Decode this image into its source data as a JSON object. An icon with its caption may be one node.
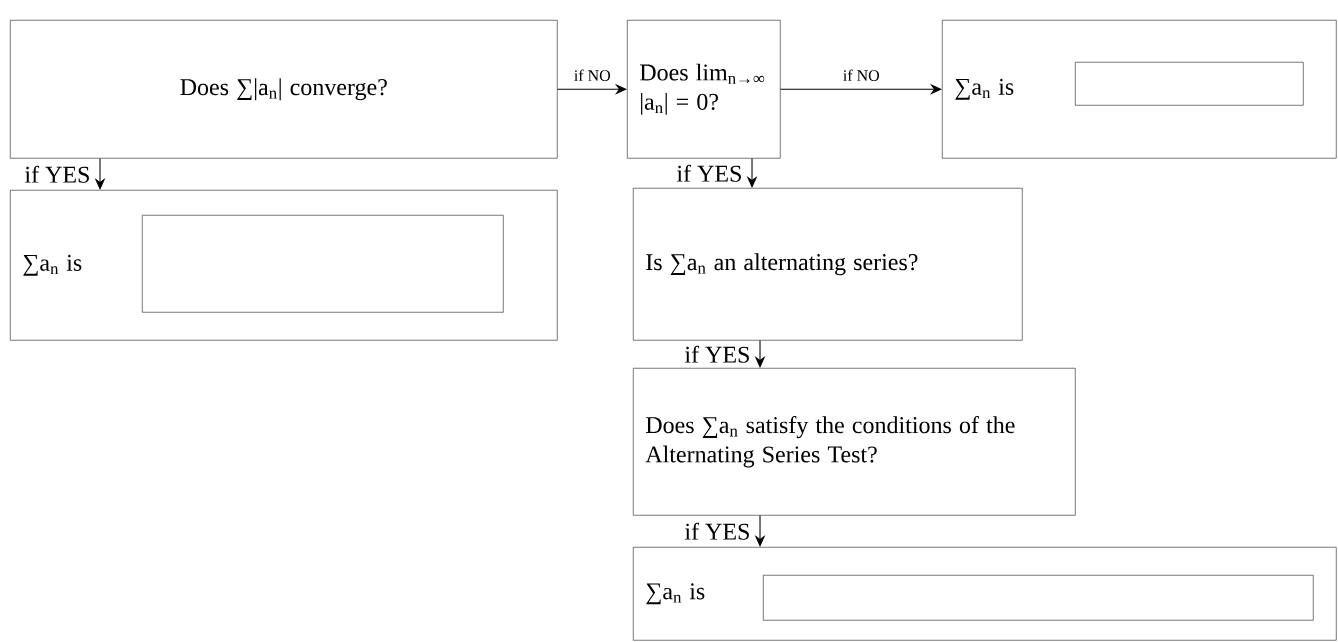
{
  "diagram": {
    "nodes": [
      {
        "text": [
          "Does ∑|a$_{n}$| converge?"
        ]
      },
      {
        "text": [
          "Does lim$_{n→∞}$ |a$_{n}$| = 0?"
        ]
      },
      {
        "text": [
          "∑a$_{n}$ is"
        ]
      },
      {
        "text": [],
        "shape": "box",
        "in": 2
      },
      {
        "text": [
          "∑a$_{n}$ is"
        ]
      },
      {
        "text": [],
        "shape": "box",
        "in": 4
      },
      {
        "text": [
          "Is ∑a$_{n}$ an alternating series?"
        ]
      },
      {
        "text": [
          "Does ∑a$_{n}$ satisfy the conditions of the Alternating Series Test?"
        ]
      },
      {
        "text": [
          "∑a$_{n}$ is"
        ]
      },
      {
        "text": [],
        "shape": "box",
        "in": 8
      }
    ],
    "edges": [
      {
        "from": 0,
        "to": 1,
        "arrow": "to",
        "label": "if NO"
      },
      {
        "from": 1,
        "to": 2,
        "arrow": "to",
        "label": "if NO"
      },
      {
        "from": 0,
        "to": 4,
        "arrow": "to",
        "label": "if YES"
      },
      {
        "from": 1,
        "to": 6,
        "arrow": "to",
        "label": "if YES"
      },
      {
        "from": 6,
        "to": 7,
        "arrow": "to",
        "label": "if YES"
      },
      {
        "from": 7,
        "to": 8,
        "arrow": "to",
        "label": "if YES"
      }
    ]
  }
}
